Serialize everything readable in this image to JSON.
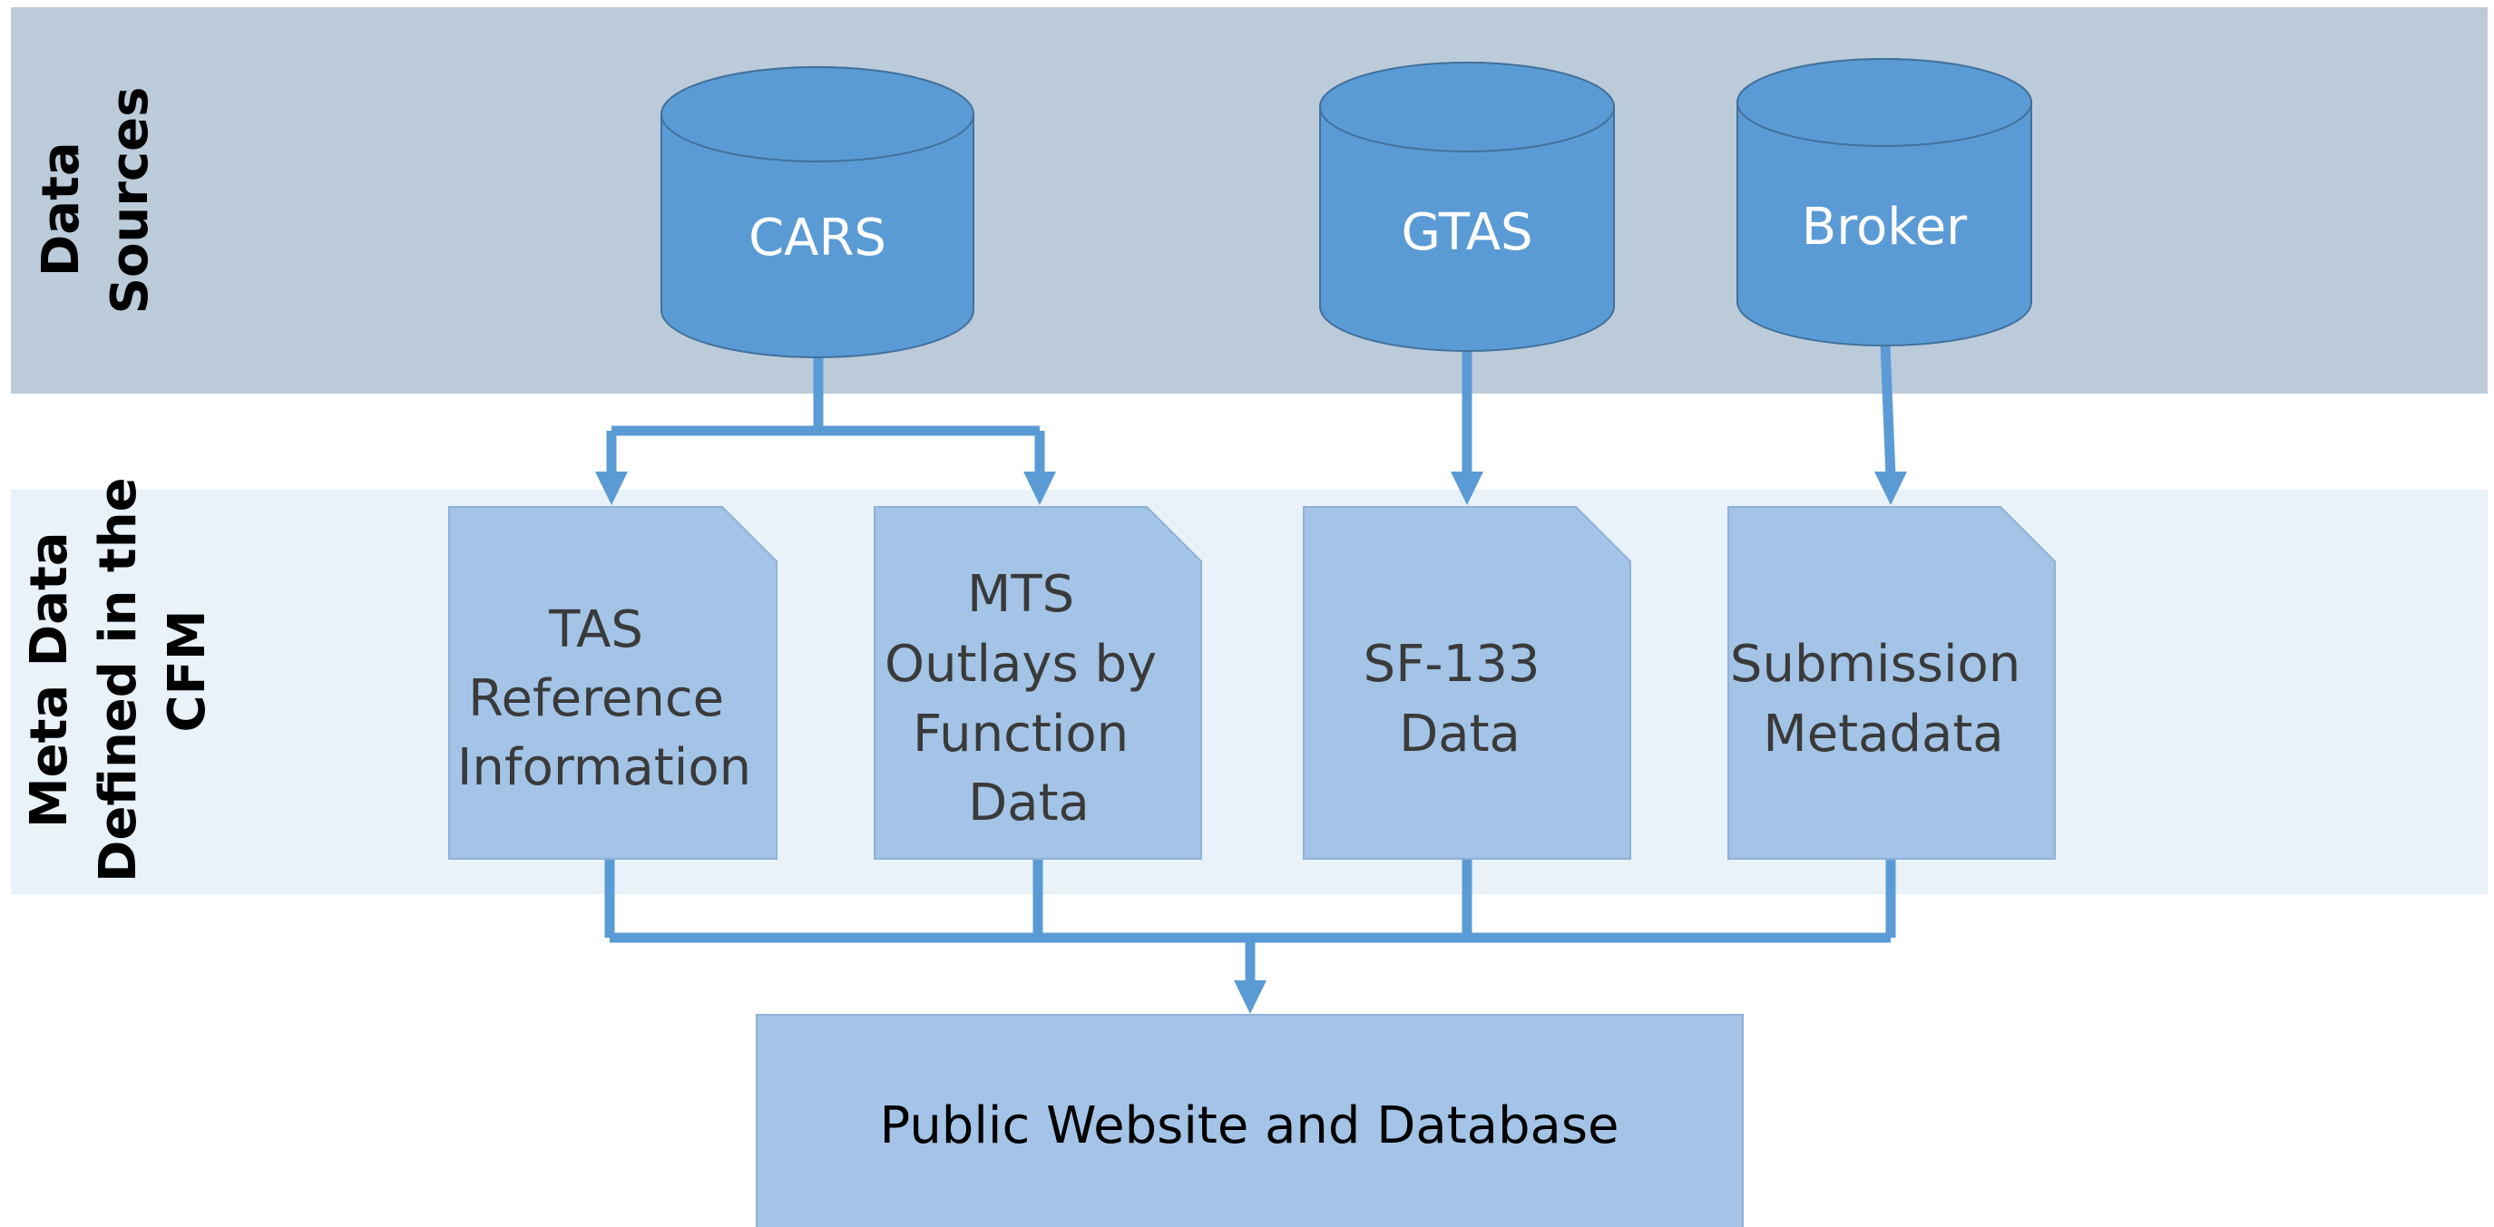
{
  "bands": {
    "sources": {
      "label_lines": [
        "Data",
        "Sources"
      ]
    },
    "metadata": {
      "label_lines": [
        "Meta Data",
        "Defined in the",
        "CFM"
      ]
    }
  },
  "sources": {
    "cars": {
      "label": "CARS"
    },
    "gtas": {
      "label": "GTAS"
    },
    "broker": {
      "label": "Broker"
    }
  },
  "metadata_docs": {
    "tas": {
      "lines": [
        "TAS",
        "Reference",
        "Information"
      ]
    },
    "mts": {
      "lines": [
        "MTS",
        "Outlays by",
        "Function",
        "Data"
      ]
    },
    "sf133": {
      "lines": [
        "SF-133",
        "Data"
      ]
    },
    "submission": {
      "lines": [
        "Submission",
        "Metadata"
      ]
    }
  },
  "output": {
    "label": "Public Website and Database"
  },
  "colors": {
    "sources_band": "#bccbd9",
    "metadata_band": "#e9f1f9",
    "database_fill": "#5b9bd5",
    "database_stroke": "#41719c",
    "document_fill": "#a3c4e6",
    "document_stroke": "#8eb1d6",
    "connector": "#5b9bd5"
  }
}
